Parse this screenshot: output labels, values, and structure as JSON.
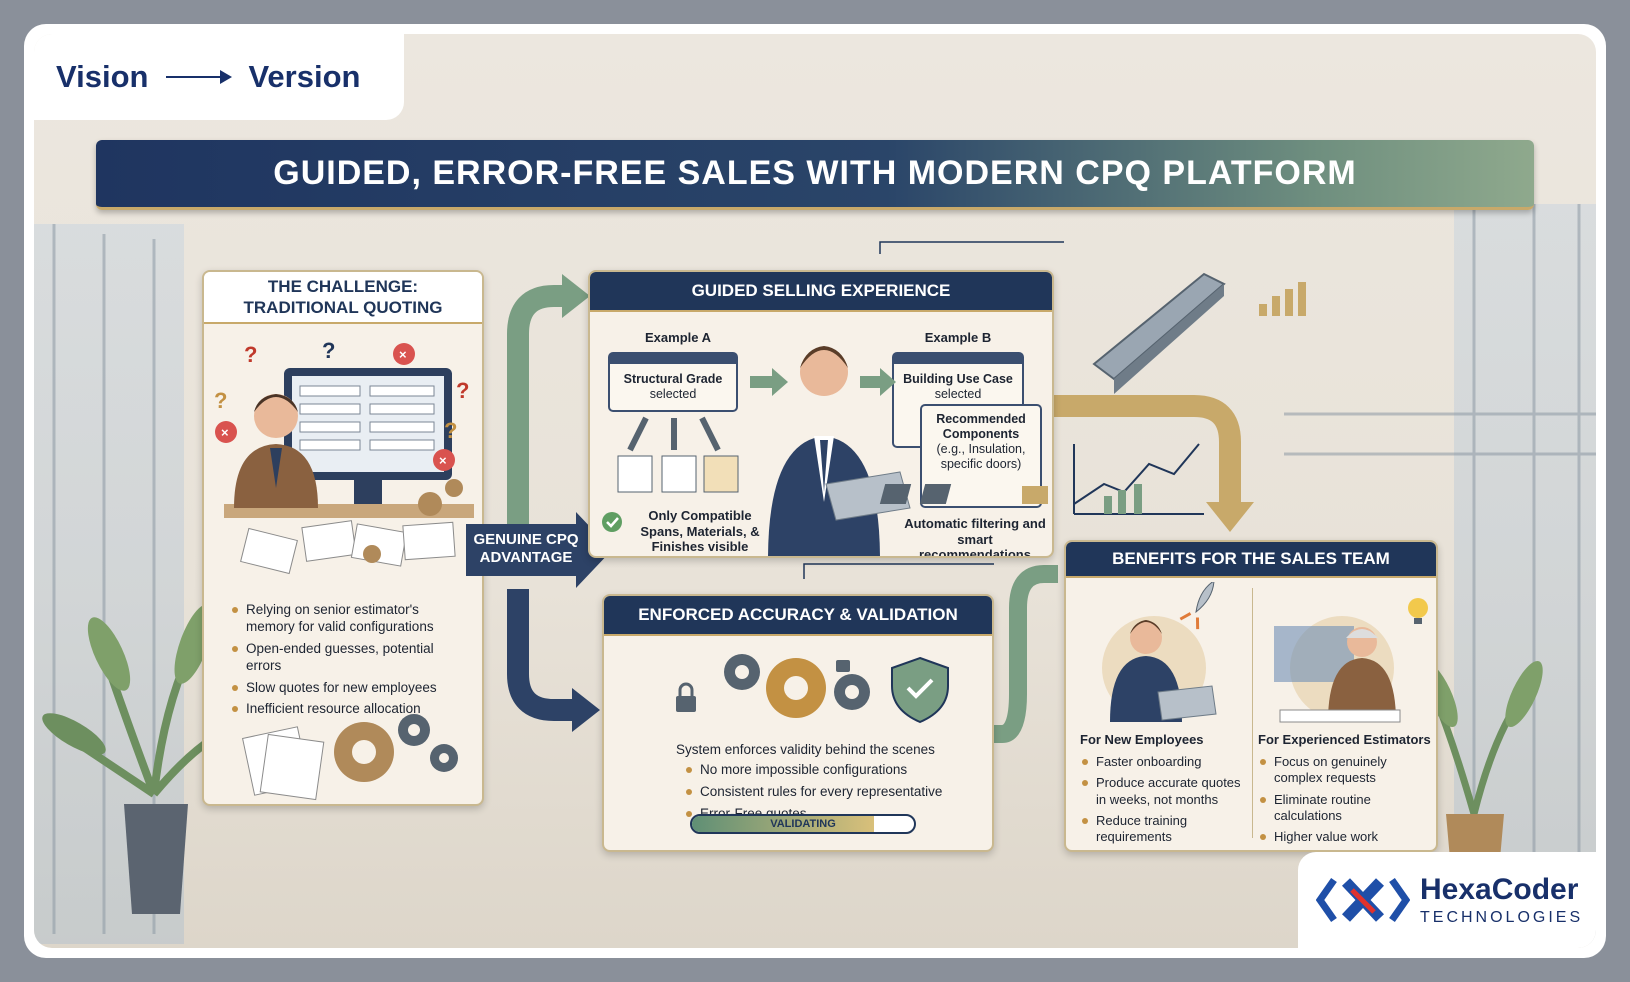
{
  "tab": {
    "left": "Vision",
    "right": "Version"
  },
  "banner": {
    "title": "GUIDED, ERROR-FREE SALES WITH MODERN CPQ PLATFORM"
  },
  "challenge": {
    "title_l1": "THE CHALLENGE:",
    "title_l2": "TRADITIONAL QUOTING",
    "bullets": [
      "Relying on senior estimator's memory for valid configurations",
      "Open-ended guesses, potential errors",
      "Slow quotes for new employees",
      "Inefficient resource allocation"
    ]
  },
  "advantage": {
    "l1": "GENUINE CPQ",
    "l2": "ADVANTAGE"
  },
  "guided": {
    "title": "GUIDED SELLING EXPERIENCE",
    "example_a": "Example A",
    "example_b": "Example B",
    "grade_l1": "Structural Grade",
    "grade_l2": "selected",
    "use_l1": "Building Use Case",
    "use_l2": "selected",
    "rec_l1": "Recommended",
    "rec_l2": "Components",
    "rec_l3": "(e.g., Insulation,",
    "rec_l4": "specific doors)",
    "compat_l1": "Only Compatible",
    "compat_l2": "Spans, Materials, &",
    "compat_l3": "Finishes visible",
    "auto_l1": "Automatic filtering and",
    "auto_l2": "smart recommendations"
  },
  "accuracy": {
    "title": "ENFORCED ACCURACY & VALIDATION",
    "lead": "System enforces validity behind the scenes",
    "bullets": [
      "No more impossible configurations",
      "Consistent rules for every representative",
      "Error-Free quotes"
    ],
    "progress_label": "VALIDATING",
    "progress_fraction": 0.82
  },
  "benefits": {
    "title": "BENEFITS FOR THE SALES TEAM",
    "new_title": "For New Employees",
    "new_bullets": [
      "Faster onboarding",
      "Produce accurate quotes in weeks, not months",
      "Reduce training requirements"
    ],
    "exp_title": "For Experienced Estimators",
    "exp_bullets": [
      "Focus on genuinely complex requests",
      "Eliminate routine calculations",
      "Higher value work"
    ]
  },
  "logo": {
    "name": "HexaCoder",
    "sub": "TECHNOLOGIES"
  },
  "colors": {
    "navy": "#203659",
    "gold": "#c8a96a",
    "green": "#7a9e83",
    "cream": "#f7f1e8"
  }
}
